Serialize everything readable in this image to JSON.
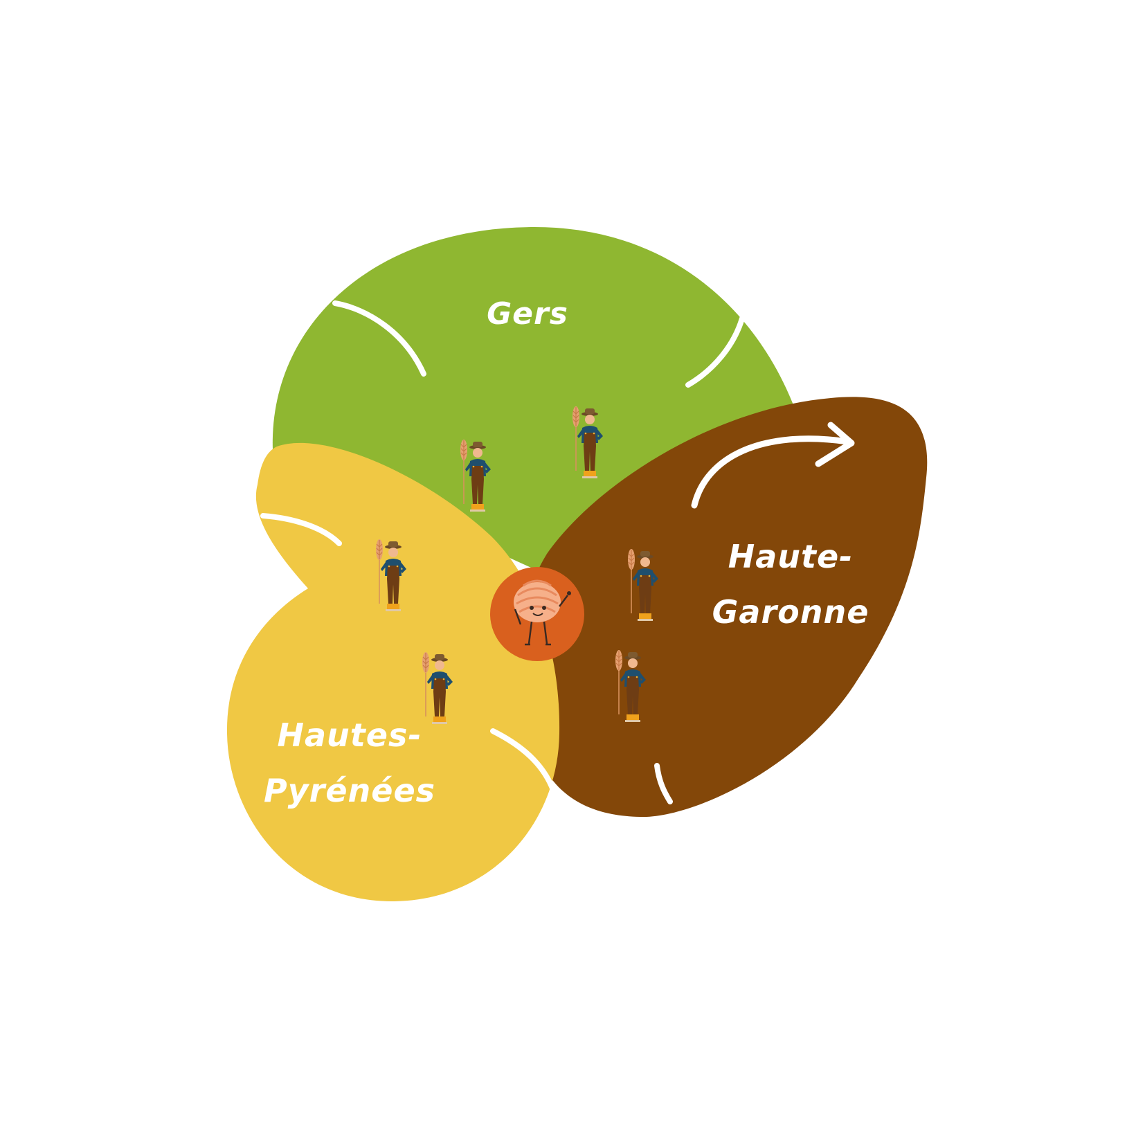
{
  "regions": {
    "gers": {
      "label": "Gers",
      "color": "#8fb731"
    },
    "haute_garonne": {
      "label_line1": "Haute-",
      "label_line2": "Garonne",
      "color": "#834709"
    },
    "hautes_pyrenees": {
      "label_line1": "Hautes-",
      "label_line2": "Pyrénées",
      "color": "#f0c844"
    }
  },
  "center": {
    "icon": "pasta-mascot-icon",
    "color": "#d9601e"
  },
  "farmer_icon": "farmer-with-wheat-icon",
  "accent_arc_color": "#ffffff"
}
